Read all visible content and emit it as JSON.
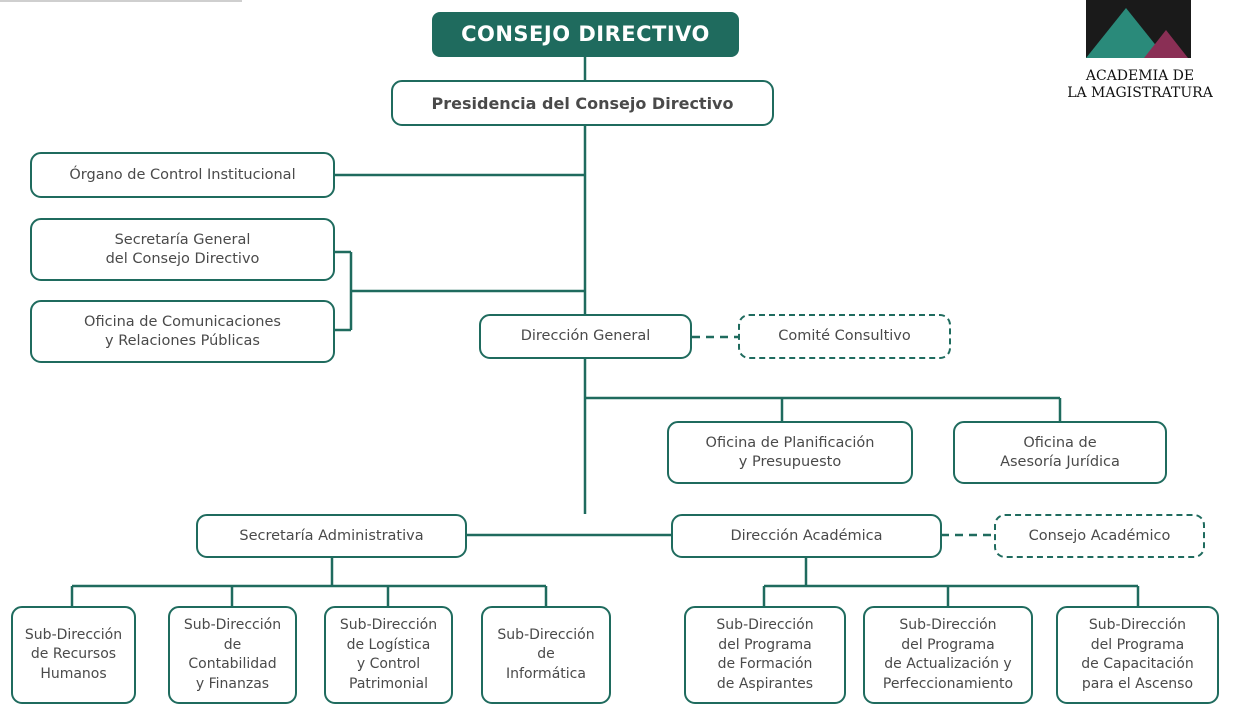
{
  "logo": {
    "name": "ACADEMIA DE\nLA MAGISTRATURA",
    "colors": {
      "dark": "#1a1a1a",
      "teal": "#2a8a7a",
      "maroon": "#8a2f55"
    }
  },
  "accent_color": "#1f6b5e",
  "nodes": {
    "consejo_directivo": "CONSEJO DIRECTIVO",
    "presidencia": "Presidencia del Consejo Directivo",
    "control_institucional": "Órgano de Control Institucional",
    "secretaria_general": "Secretaría General\ndel Consejo Directivo",
    "oficina_comunicaciones": "Oficina de Comunicaciones\ny Relaciones Públicas",
    "direccion_general": "Dirección General",
    "comite_consultivo": "Comité Consultivo",
    "oficina_planificacion": "Oficina de Planificación\ny Presupuesto",
    "oficina_asesoria": "Oficina de\nAsesoría Jurídica",
    "secretaria_administrativa": "Secretaría Administrativa",
    "direccion_academica": "Dirección Académica",
    "consejo_academico": "Consejo Académico",
    "sub_recursos": "Sub-Dirección\nde Recursos\nHumanos",
    "sub_contabilidad": "Sub-Dirección\nde\nContabilidad\ny Finanzas",
    "sub_logistica": "Sub-Dirección\nde Logística\ny Control\nPatrimonial",
    "sub_informatica": "Sub-Dirección\nde\nInformática",
    "sub_formacion": "Sub-Dirección\ndel Programa\nde Formación\nde Aspirantes",
    "sub_actualizacion": "Sub-Dirección\ndel Programa\nde Actualización y\nPerfeccionamiento",
    "sub_capacitacion": "Sub-Dirección\ndel Programa\nde Capacitación\npara el Ascenso"
  }
}
